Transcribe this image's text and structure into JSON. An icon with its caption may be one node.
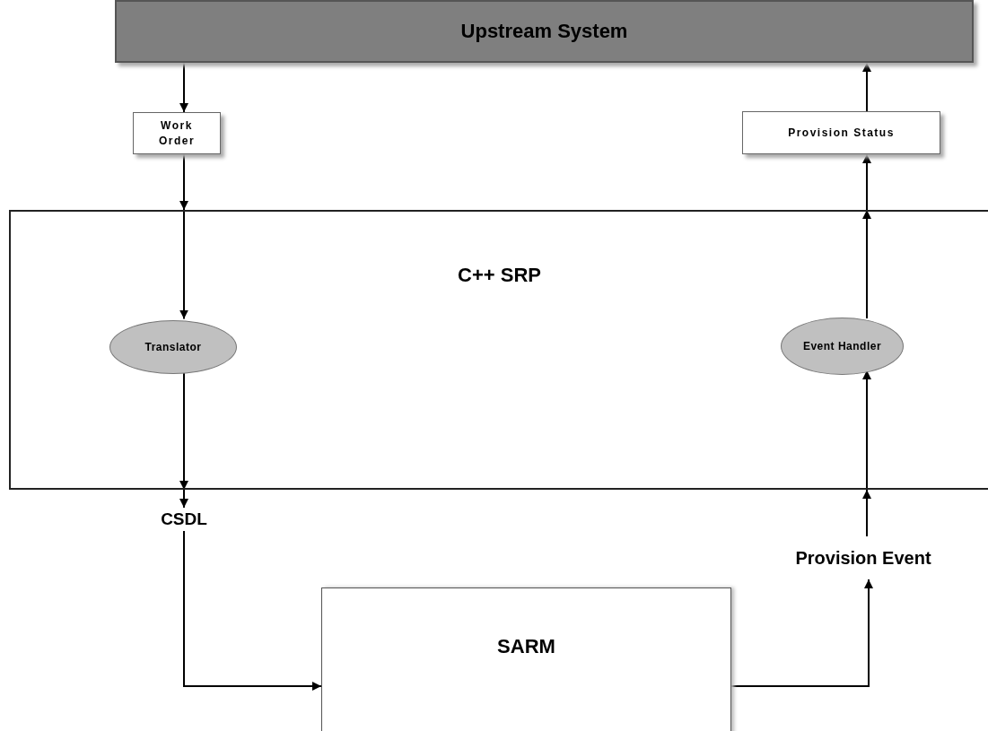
{
  "diagram": {
    "nodes": [
      {
        "text": [
          "Upstream System"
        ]
      },
      {
        "text": [
          "Work Order"
        ]
      },
      {
        "text": [
          "Provision Status"
        ]
      },
      {
        "text": [
          "C++ SRP"
        ]
      },
      {
        "text": [
          "Translator"
        ],
        "in": 3
      },
      {
        "text": [
          "Event Handler"
        ],
        "in": 3
      },
      {
        "text": [
          "CSDL"
        ]
      },
      {
        "text": [
          "Provision Event"
        ]
      },
      {
        "text": [
          "SARM"
        ]
      }
    ],
    "edges": [
      {
        "from": 0,
        "to": 1,
        "arrow": "to"
      },
      {
        "from": 1,
        "to": 4,
        "arrow": "to"
      },
      {
        "from": 4,
        "to": 6,
        "arrow": "to"
      },
      {
        "from": 6,
        "to": 8,
        "arrow": "to"
      },
      {
        "from": 8,
        "to": 7,
        "arrow": "to"
      },
      {
        "from": 7,
        "to": 5,
        "arrow": "to"
      },
      {
        "from": 5,
        "to": 2,
        "arrow": "to"
      },
      {
        "from": 2,
        "to": 0,
        "arrow": "to"
      }
    ]
  }
}
